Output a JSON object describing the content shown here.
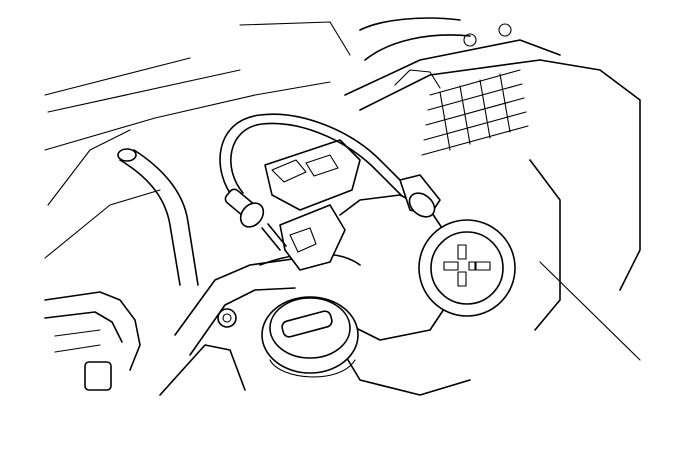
{
  "illustration": {
    "subject": "",
    "colors": {
      "line": "#000000",
      "background": "#ffffff"
    },
    "parts": [
      {
        "name": "engine-bay-hood-edge"
      },
      {
        "name": "coolant-hose"
      },
      {
        "name": "harness-connector-bracket"
      },
      {
        "name": "test-lead-cable"
      },
      {
        "name": "inline-lead-connector"
      },
      {
        "name": "round-test-socket"
      },
      {
        "name": "radiator-fins"
      },
      {
        "name": "oil-filler-cap"
      },
      {
        "name": "mounting-bracket"
      }
    ]
  }
}
